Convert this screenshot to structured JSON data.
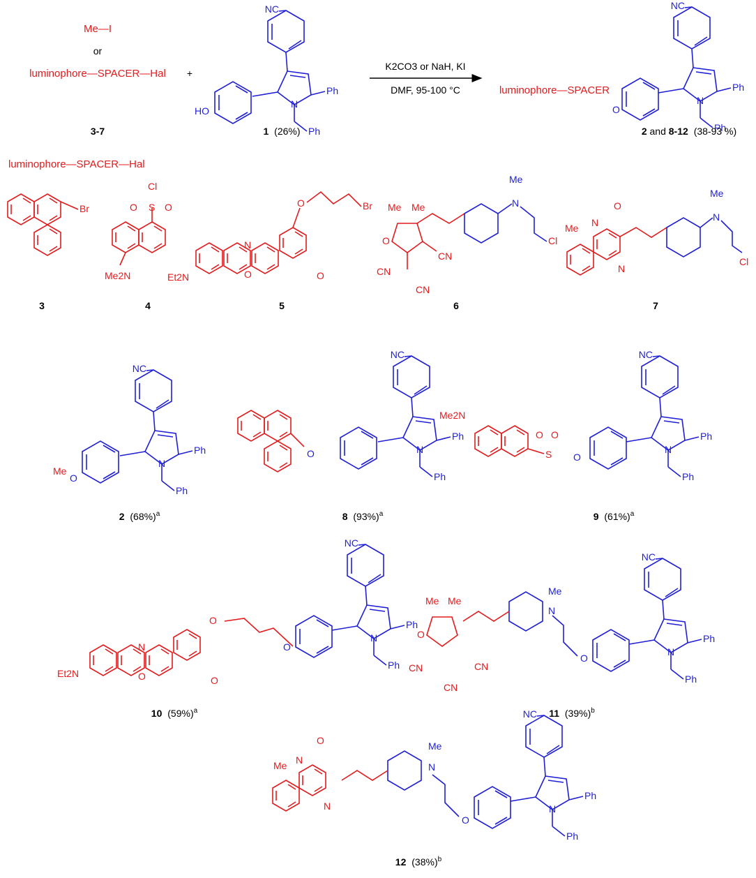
{
  "colors": {
    "luminophore": "#e41a1c",
    "pyrrole_core": "#1f1fd6",
    "text": "#000000"
  },
  "scheme": {
    "reactant_methyl": "Me—I",
    "or_text": "or",
    "reactant_general": "luminophore—SPACER—Hal",
    "plus": "+",
    "reactant_label": "3-7",
    "pyrrole_label_num": "1",
    "pyrrole_label_yield": "(26%)",
    "reagent_line1": "K2CO3 or NaH, KI",
    "reagent_line2": "DMF, 95-100 °C",
    "product_general_prefix": "luminophore—SPACER",
    "product_label_num": "2",
    "product_label_and": " and ",
    "product_label_range": "8-12",
    "product_label_yield": "(38-93 %)"
  },
  "atoms": {
    "NC": "NC",
    "Ph": "Ph",
    "N": "N",
    "HO": "HO",
    "O": "O",
    "Br": "Br",
    "Cl": "Cl",
    "S": "S",
    "Me": "Me",
    "Et2N": "Et2N",
    "Me2N": "Me2N",
    "CN": "CN"
  },
  "luminophore_header": "luminophore—SPACER—Hal",
  "luminophores": [
    {
      "num": "3"
    },
    {
      "num": "4"
    },
    {
      "num": "5"
    },
    {
      "num": "6"
    },
    {
      "num": "7"
    }
  ],
  "products": [
    {
      "num": "2",
      "yield": "(68%)",
      "note": "a"
    },
    {
      "num": "8",
      "yield": "(93%)",
      "note": "a"
    },
    {
      "num": "9",
      "yield": "(61%)",
      "note": "a"
    },
    {
      "num": "10",
      "yield": "(59%)",
      "note": "a"
    },
    {
      "num": "11",
      "yield": "(39%)",
      "note": "b"
    },
    {
      "num": "12",
      "yield": "(38%)",
      "note": "b"
    }
  ]
}
